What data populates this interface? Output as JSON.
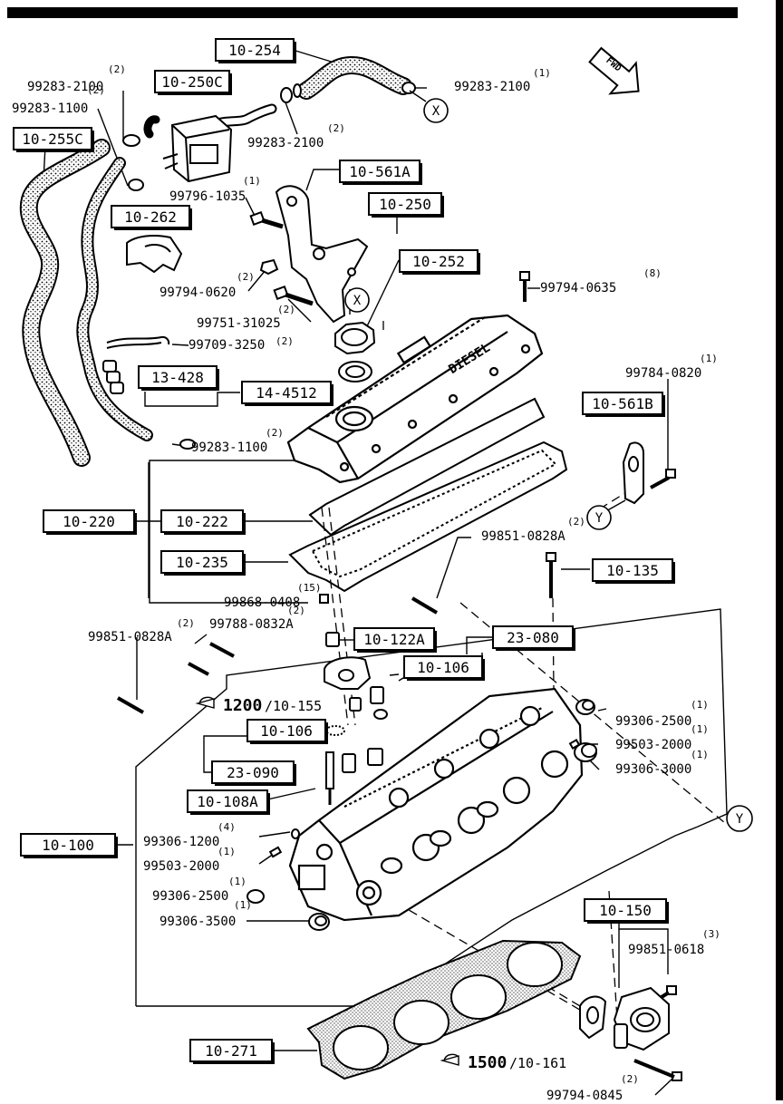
{
  "boxed_refs": [
    {
      "id": "ref-10-254",
      "text": "10-254"
    },
    {
      "id": "ref-10-250C",
      "text": "10-250C"
    },
    {
      "id": "ref-10-255C",
      "text": "10-255C"
    },
    {
      "id": "ref-10-561A",
      "text": "10-561A"
    },
    {
      "id": "ref-10-250",
      "text": "10-250"
    },
    {
      "id": "ref-10-262",
      "text": "10-262"
    },
    {
      "id": "ref-10-252",
      "text": "10-252"
    },
    {
      "id": "ref-13-428",
      "text": "13-428"
    },
    {
      "id": "ref-14-4512",
      "text": "14-4512"
    },
    {
      "id": "ref-10-561B",
      "text": "10-561B"
    },
    {
      "id": "ref-10-220",
      "text": "10-220"
    },
    {
      "id": "ref-10-222",
      "text": "10-222"
    },
    {
      "id": "ref-10-235",
      "text": "10-235"
    },
    {
      "id": "ref-10-135",
      "text": "10-135"
    },
    {
      "id": "ref-10-122A",
      "text": "10-122A"
    },
    {
      "id": "ref-23-080",
      "text": "23-080"
    },
    {
      "id": "ref-10-106a",
      "text": "10-106"
    },
    {
      "id": "ref-10-106b",
      "text": "10-106"
    },
    {
      "id": "ref-23-090",
      "text": "23-090"
    },
    {
      "id": "ref-10-108A",
      "text": "10-108A"
    },
    {
      "id": "ref-10-100",
      "text": "10-100"
    },
    {
      "id": "ref-10-150",
      "text": "10-150"
    },
    {
      "id": "ref-10-271",
      "text": "10-271"
    }
  ],
  "part_numbers": [
    {
      "id": "pn-99283-2100-a",
      "text": "99283-2100",
      "qty": "(2)"
    },
    {
      "id": "pn-99283-1100-a",
      "text": "99283-1100",
      "qty": "(2)"
    },
    {
      "id": "pn-99283-2100-b",
      "text": "99283-2100",
      "qty": "(1)"
    },
    {
      "id": "pn-99283-2100-c",
      "text": "99283-2100",
      "qty": "(2)"
    },
    {
      "id": "pn-99796-1035",
      "text": "99796-1035",
      "qty": "(1)"
    },
    {
      "id": "pn-99794-0620",
      "text": "99794-0620",
      "qty": "(2)"
    },
    {
      "id": "pn-99751-31025",
      "text": "99751-31025",
      "qty": "(2)"
    },
    {
      "id": "pn-99709-3250",
      "text": "99709-3250",
      "qty": "(2)"
    },
    {
      "id": "pn-99794-0635",
      "text": "99794-0635",
      "qty": "(8)"
    },
    {
      "id": "pn-99784-0820",
      "text": "99784-0820",
      "qty": "(1)"
    },
    {
      "id": "pn-99283-1100-b",
      "text": "99283-1100",
      "qty": "(2)"
    },
    {
      "id": "pn-99851-0828A-a",
      "text": "99851-0828A",
      "qty": "(2)"
    },
    {
      "id": "pn-99868-0408",
      "text": "99868-0408",
      "qty": "(15)"
    },
    {
      "id": "pn-99851-0828A-b",
      "text": "99851-0828A",
      "qty": "(2)"
    },
    {
      "id": "pn-99788-0832A",
      "text": "99788-0832A",
      "qty": "(2)"
    },
    {
      "id": "pn-99306-2500-a",
      "text": "99306-2500",
      "qty": "(1)"
    },
    {
      "id": "pn-99503-2000-a",
      "text": "99503-2000",
      "qty": "(1)"
    },
    {
      "id": "pn-99306-3000",
      "text": "99306-3000",
      "qty": "(1)"
    },
    {
      "id": "pn-99306-1200",
      "text": "99306-1200",
      "qty": "(4)"
    },
    {
      "id": "pn-99503-2000-b",
      "text": "99503-2000",
      "qty": "(1)"
    },
    {
      "id": "pn-99306-2500-b",
      "text": "99306-2500",
      "qty": "(1)"
    },
    {
      "id": "pn-99306-3500",
      "text": "99306-3500",
      "qty": "(1)"
    },
    {
      "id": "pn-99851-0618",
      "text": "99851-0618",
      "qty": "(3)"
    },
    {
      "id": "pn-99794-0845",
      "text": "99794-0845",
      "qty": "(2)"
    }
  ],
  "callouts": {
    "x_label": "X",
    "y_label": "Y",
    "fwd_label": "FWD",
    "diesel_label": "DIESEL"
  },
  "torque_refs": [
    {
      "id": "torque-1200",
      "bold": "1200",
      "rest": "/10-155"
    },
    {
      "id": "torque-1500",
      "bold": "1500",
      "rest": "/10-161"
    }
  ]
}
